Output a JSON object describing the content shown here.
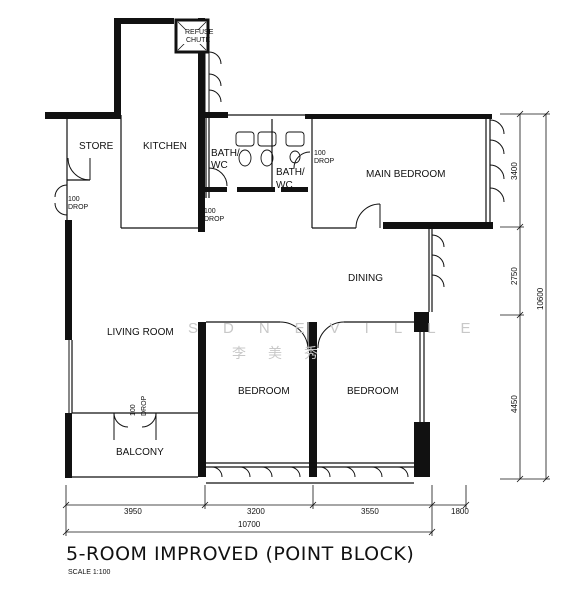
{
  "rooms": {
    "refuse_chute": [
      "REFUSE",
      "CHUTE"
    ],
    "store": "STORE",
    "kitchen": "KITCHEN",
    "bath1": [
      "BATH/",
      "WC"
    ],
    "bath2": [
      "BATH/",
      "WC"
    ],
    "main_bedroom": "MAIN BEDROOM",
    "dining": "DINING",
    "living_room": "LIVING ROOM",
    "bedroom1": "BEDROOM",
    "bedroom2": "BEDROOM",
    "balcony": "BALCONY"
  },
  "drops": {
    "store_drop": [
      "100",
      "DROP"
    ],
    "kitchen_drop": [
      "100",
      "DROP"
    ],
    "bath_drop": [
      "100",
      "DROP"
    ],
    "balcony_drop": [
      "100",
      "DROP"
    ]
  },
  "dimensions": {
    "bottom": [
      "3950",
      "3200",
      "3550",
      "1800"
    ],
    "total_width": "10700",
    "right": [
      "3400",
      "2750",
      "4450"
    ],
    "total_height": "10600"
  },
  "watermark": {
    "line1": "SDNEVILLE",
    "line2": "李美秀"
  },
  "title": "5-ROOM IMPROVED (POINT BLOCK)",
  "scale": "SCALE   1:100"
}
